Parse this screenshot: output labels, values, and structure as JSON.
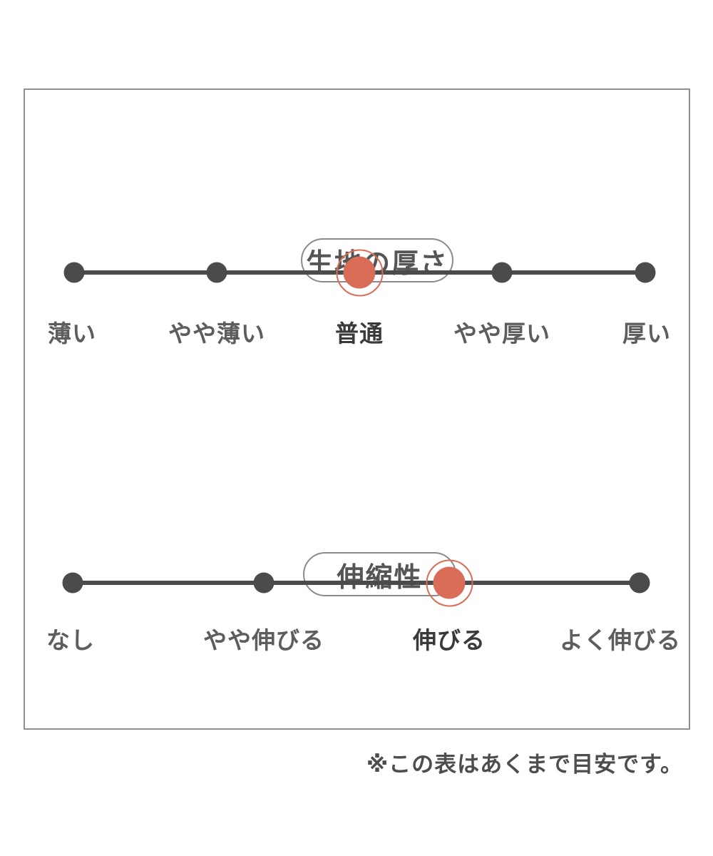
{
  "colors": {
    "accent": "#d96d57",
    "scale": "#4b4b4b",
    "label": "#5d5d5d",
    "label_selected": "#3a3a3a",
    "pill_border": "#8a8a8a",
    "pill_text": "#555555",
    "panel_border": "#909090",
    "footnote": "#4d4d4d"
  },
  "thickness": {
    "title": "生地の厚さ",
    "selected_index": 2,
    "selected_value": "普通",
    "levels": [
      {
        "label": "薄い"
      },
      {
        "label": "やや薄い"
      },
      {
        "label": "普通"
      },
      {
        "label": "やや厚い"
      },
      {
        "label": "厚い"
      }
    ]
  },
  "stretch": {
    "title": "伸縮性",
    "selected_index": 2,
    "selected_value": "伸びる",
    "levels": [
      {
        "label": "なし"
      },
      {
        "label": "やや伸びる"
      },
      {
        "label": "伸びる"
      },
      {
        "label": "よく伸びる"
      }
    ]
  },
  "footnote": {
    "text": "※この表はあくまで目安です。"
  }
}
